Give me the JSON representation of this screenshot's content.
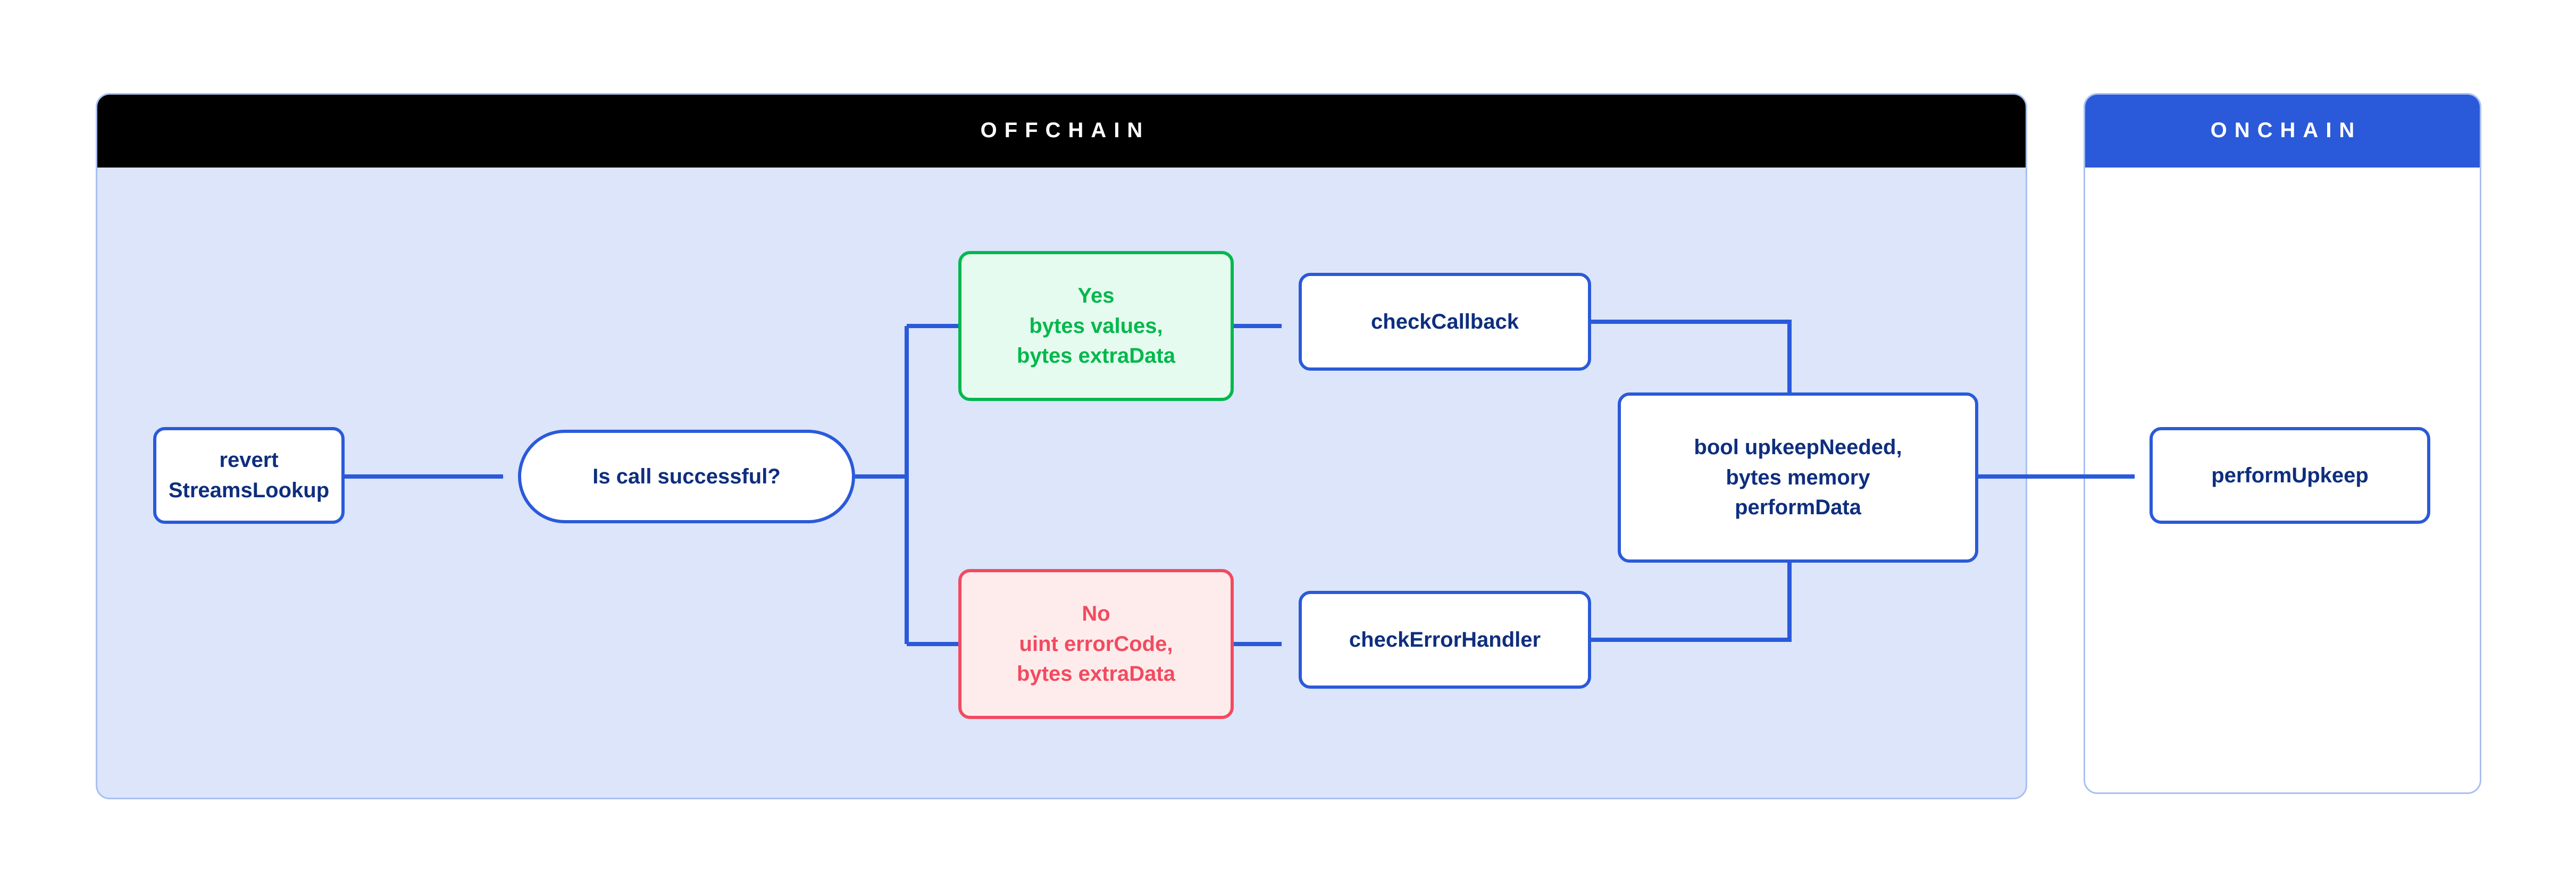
{
  "diagram": {
    "title_offchain": "OFFCHAIN",
    "title_onchain": "ONCHAIN",
    "colors": {
      "offchain_header_bg": "#000000",
      "onchain_header_bg": "#2a5ada",
      "offchain_panel_bg": "#dce5f9",
      "onchain_panel_bg": "#ffffff",
      "panel_border": "#a8c0f2",
      "node_border_blue": "#2a5ada",
      "node_text_blue": "#0e2e7e",
      "success_border": "#00b84c",
      "success_bg": "#e6fbef",
      "success_text": "#00b84c",
      "error_border": "#f24a60",
      "error_bg": "#fdeceb",
      "error_text": "#f24a60",
      "connector": "#2a5ada"
    }
  },
  "panels": [
    {
      "id": "offchain",
      "label": "OFFCHAIN"
    },
    {
      "id": "onchain",
      "label": "ONCHAIN"
    }
  ],
  "nodes": {
    "revert_streamslookup": {
      "label": "revert\nStreamsLookup",
      "shape": "rounded-rect",
      "panel": "offchain"
    },
    "is_call_successful": {
      "label": "Is call successful?",
      "shape": "pill",
      "panel": "offchain"
    },
    "yes_branch": {
      "label": "Yes\nbytes values,\nbytes extraData",
      "shape": "rounded-rect",
      "panel": "offchain",
      "state": "success"
    },
    "no_branch": {
      "label": "No\nuint errorCode,\nbytes extraData",
      "shape": "rounded-rect",
      "panel": "offchain",
      "state": "error"
    },
    "check_callback": {
      "label": "checkCallback",
      "shape": "rounded-rect",
      "panel": "offchain"
    },
    "check_error_handler": {
      "label": "checkErrorHandler",
      "shape": "rounded-rect",
      "panel": "offchain"
    },
    "upkeep_needed": {
      "label": "bool upkeepNeeded,\nbytes memory\nperformData",
      "shape": "rounded-rect",
      "panel": "offchain"
    },
    "perform_upkeep": {
      "label": "performUpkeep",
      "shape": "rounded-rect",
      "panel": "onchain"
    }
  },
  "edges": [
    {
      "from": "revert_streamslookup",
      "to": "is_call_successful",
      "arrow": true
    },
    {
      "from": "is_call_successful",
      "to": "yes_branch",
      "arrow": false
    },
    {
      "from": "is_call_successful",
      "to": "no_branch",
      "arrow": false
    },
    {
      "from": "yes_branch",
      "to": "check_callback",
      "arrow": true
    },
    {
      "from": "no_branch",
      "to": "check_error_handler",
      "arrow": true
    },
    {
      "from": "check_callback",
      "to": "upkeep_needed",
      "arrow": false
    },
    {
      "from": "check_error_handler",
      "to": "upkeep_needed",
      "arrow": false
    },
    {
      "from": "upkeep_needed",
      "to": "perform_upkeep",
      "arrow": true
    }
  ]
}
